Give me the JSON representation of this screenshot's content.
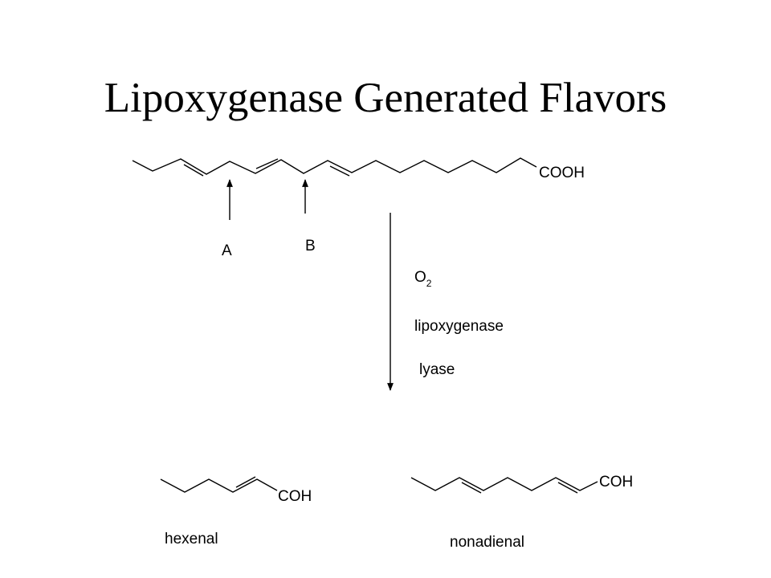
{
  "slide": {
    "title": "Lipoxygenase Generated Flavors"
  },
  "substrate": {
    "end_group": "COOH",
    "cleavage_labels": [
      "A",
      "B"
    ]
  },
  "reaction": {
    "reagent_main": "O",
    "reagent_subscript": "2",
    "enzyme_1": "lipoxygenase",
    "enzyme_2": "lyase"
  },
  "products": [
    {
      "name": "hexenal",
      "end_group": "COH"
    },
    {
      "name": "nonadienal",
      "end_group": "COH"
    }
  ]
}
